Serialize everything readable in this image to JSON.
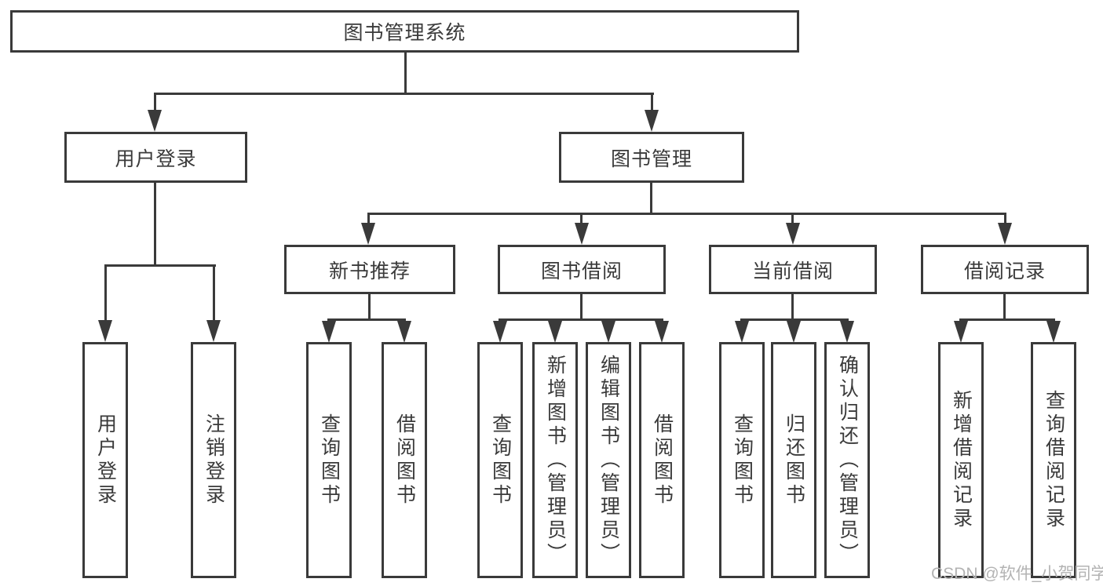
{
  "colors": {
    "line": "#3a3a3a",
    "text": "#3a3a3a",
    "watermark": "#b3b3b3",
    "background": "#ffffff"
  },
  "watermark": {
    "text": "CSDN @软件_小贺同学"
  },
  "tree": {
    "root": {
      "label": "图书管理系统"
    },
    "branches": [
      {
        "label": "用户登录",
        "children": [
          {
            "label": "用户登录"
          },
          {
            "label": "注销登录"
          }
        ]
      },
      {
        "label": "图书管理",
        "children": [
          {
            "label": "新书推荐",
            "children": [
              {
                "label": "查询图书"
              },
              {
                "label": "借阅图书"
              }
            ]
          },
          {
            "label": "图书借阅",
            "children": [
              {
                "label": "查询图书"
              },
              {
                "label": "新增图书（管理员）"
              },
              {
                "label": "编辑图书（管理员）"
              },
              {
                "label": "借阅图书"
              }
            ]
          },
          {
            "label": "当前借阅",
            "children": [
              {
                "label": "查询图书"
              },
              {
                "label": "归还图书"
              },
              {
                "label": "确认归还（管理员）"
              }
            ]
          },
          {
            "label": "借阅记录",
            "children": [
              {
                "label": "新增借阅记录"
              },
              {
                "label": "查询借阅记录"
              }
            ]
          }
        ]
      }
    ]
  }
}
